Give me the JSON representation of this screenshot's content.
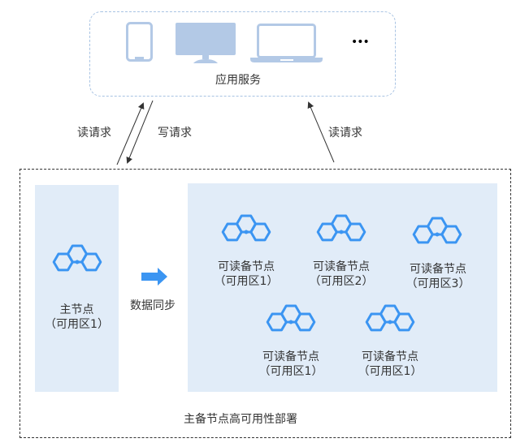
{
  "app_service": {
    "label": "应用服务",
    "devices": [
      "phone-icon",
      "monitor-icon",
      "laptop-icon",
      "more-icon"
    ],
    "more_text": "•••"
  },
  "connections": {
    "read_left": "读请求",
    "write": "写请求",
    "read_right": "读请求"
  },
  "deployment": {
    "title": "主备节点高可用性部署",
    "sync_label": "数据同步",
    "primary": {
      "name": "主节点",
      "zone": "（可用区1）"
    },
    "standbys": [
      {
        "name": "可读备节点",
        "zone": "（可用区1）"
      },
      {
        "name": "可读备节点",
        "zone": "（可用区2）"
      },
      {
        "name": "可读备节点",
        "zone": "（可用区3）"
      },
      {
        "name": "可读备节点",
        "zone": "（可用区1）"
      },
      {
        "name": "可读备节点",
        "zone": "（可用区1）"
      }
    ]
  },
  "colors": {
    "node_icon": "#3b95f2",
    "device_icon": "#b3c9e6",
    "panel_bg": "#e1ecf8",
    "sync_arrow": "#3b95f2",
    "app_box_border": "#a8c3e3"
  }
}
